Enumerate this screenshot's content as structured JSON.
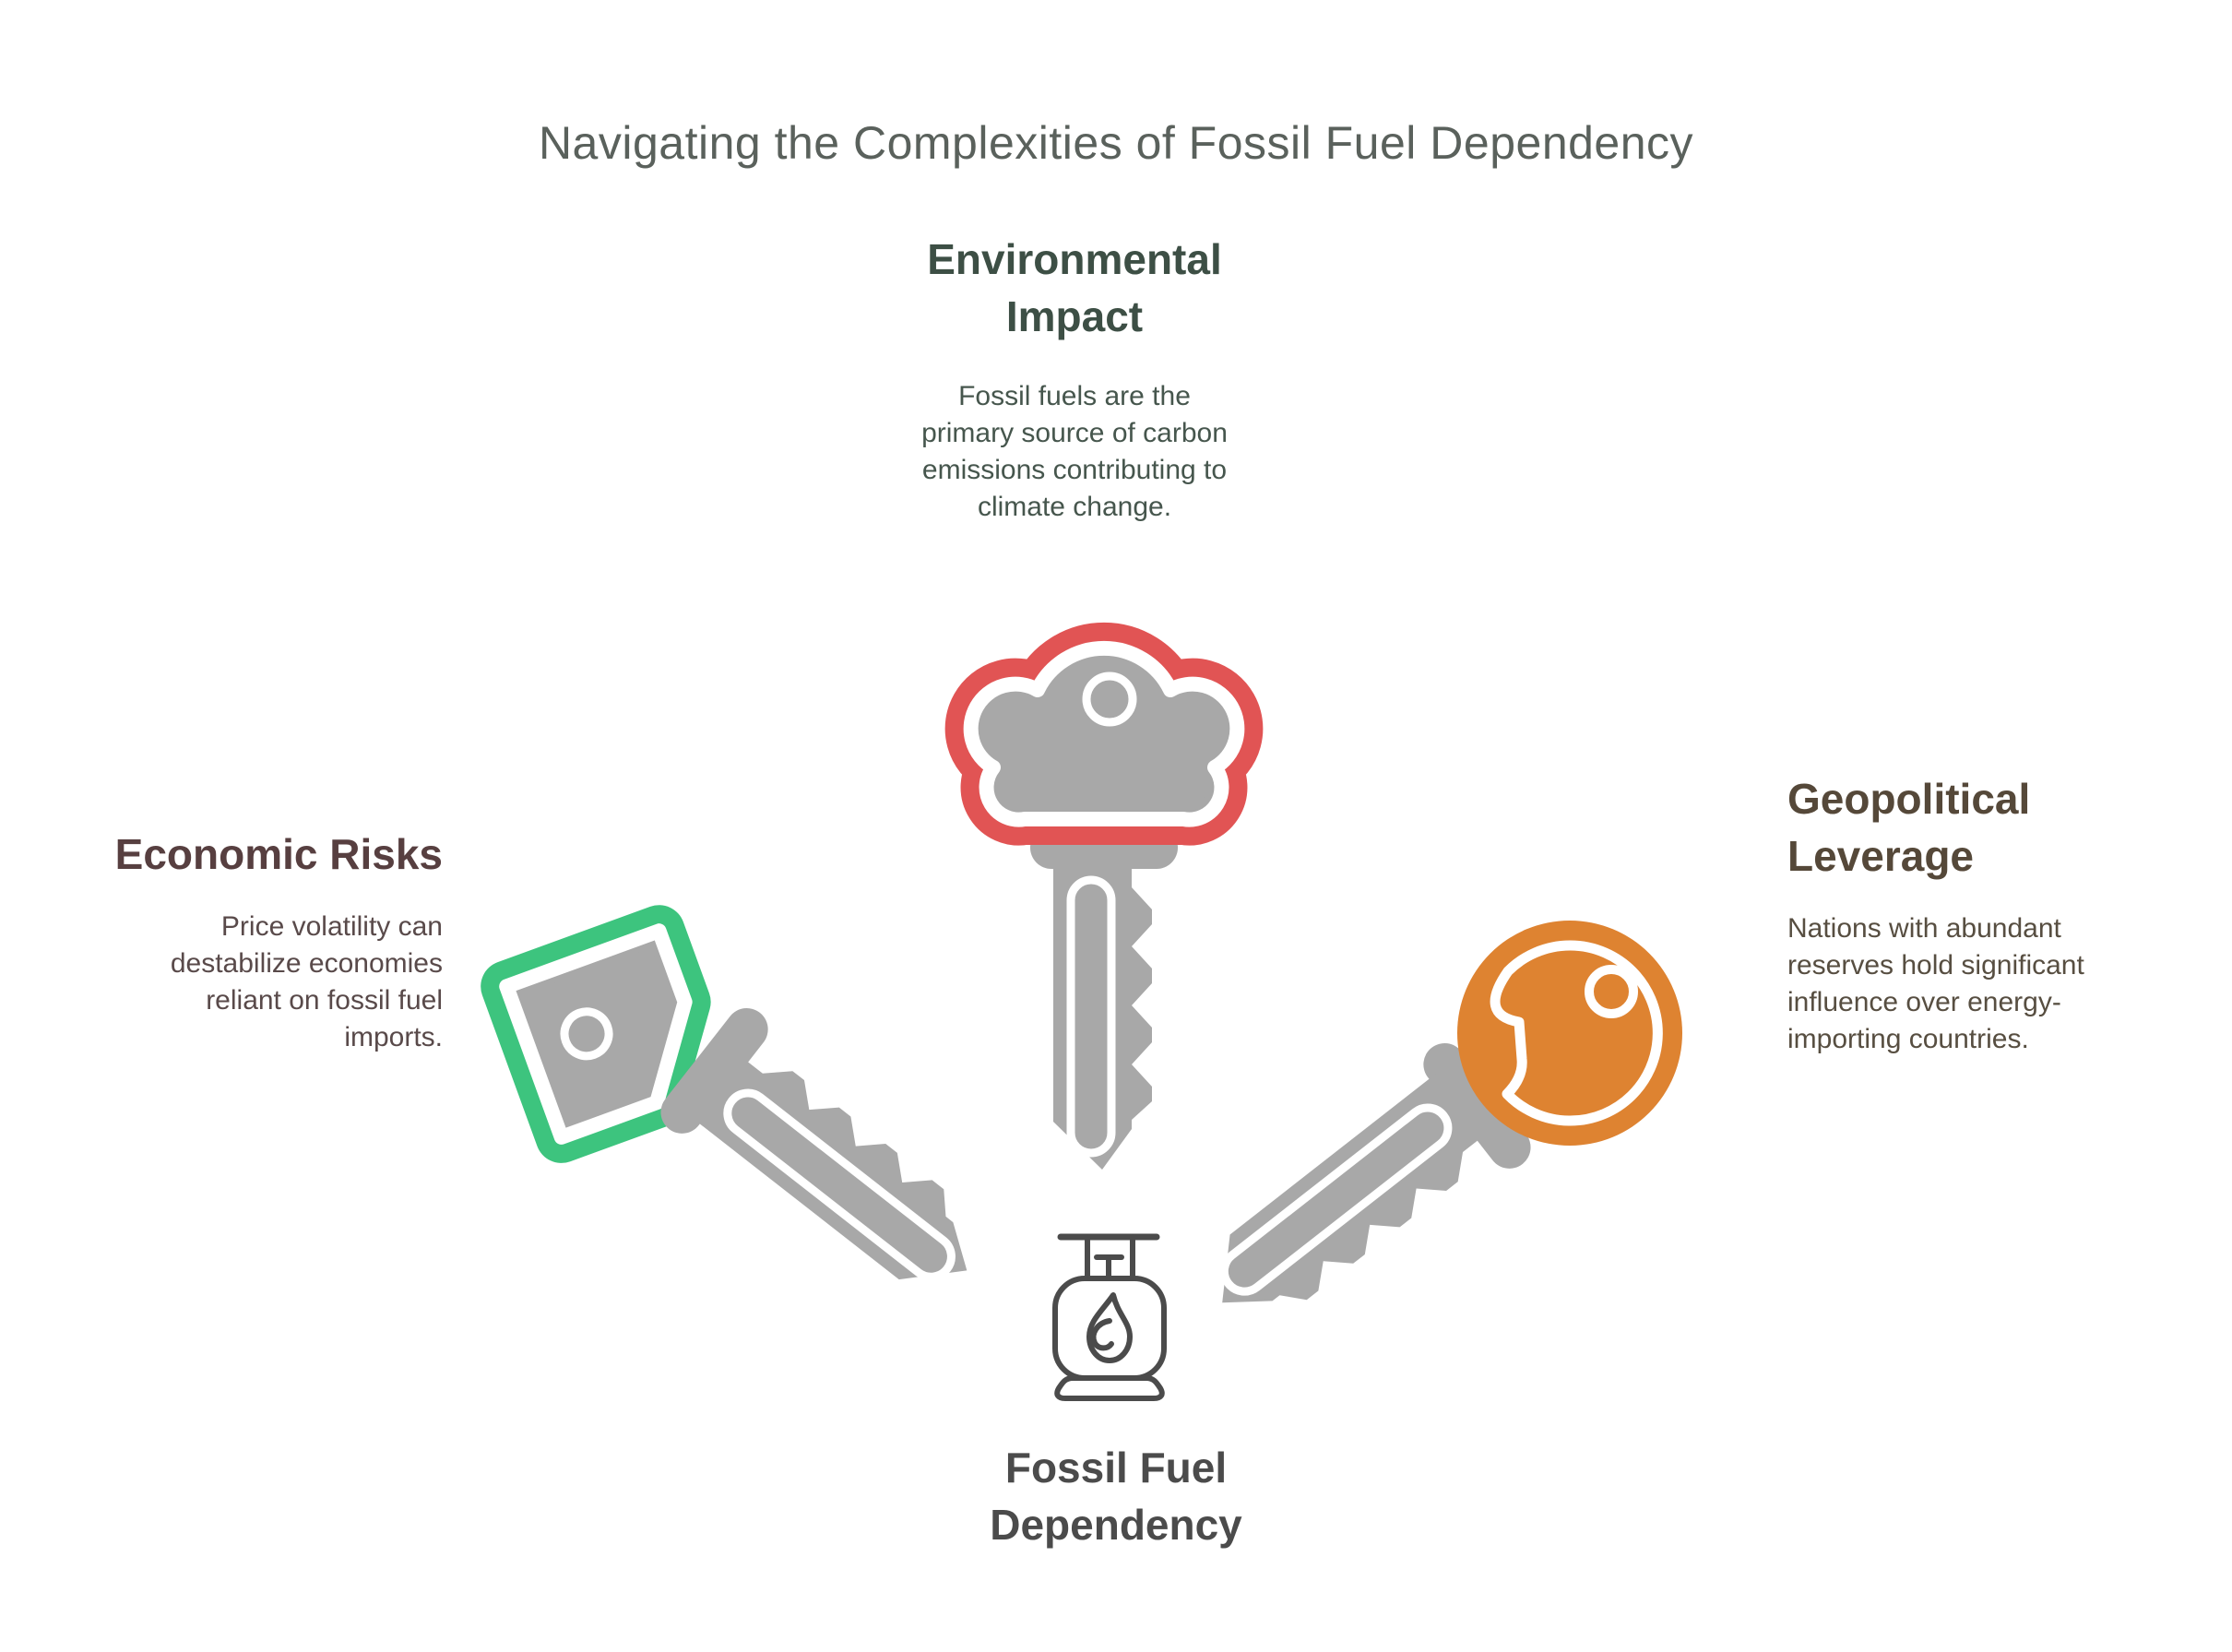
{
  "title": "Navigating the Complexities of Fossil Fuel Dependency",
  "center": {
    "label": "Fossil Fuel Dependency",
    "icon": "gas-canister-flame-icon"
  },
  "sections": {
    "environmental": {
      "heading": "Environmental Impact",
      "body": "Fossil fuels are the primary source of carbon emissions contributing to climate change.",
      "icon": "key-icon"
    },
    "economic": {
      "heading": "Economic Risks",
      "body": "Price volatility can destabilize economies reliant on fossil fuel imports.",
      "icon": "key-icon"
    },
    "geopolitical": {
      "heading": "Geopolitical Leverage",
      "body": "Nations with abundant reserves hold significant influence over energy-importing countries.",
      "icon": "key-icon"
    }
  },
  "colors": {
    "environmental_key": "#e15454",
    "economic_key": "#3dc47e",
    "geopolitical_key": "#de8331",
    "key_gray": "#a8a8a8",
    "ink_dark": "#4b4b4b",
    "white": "#ffffff"
  }
}
